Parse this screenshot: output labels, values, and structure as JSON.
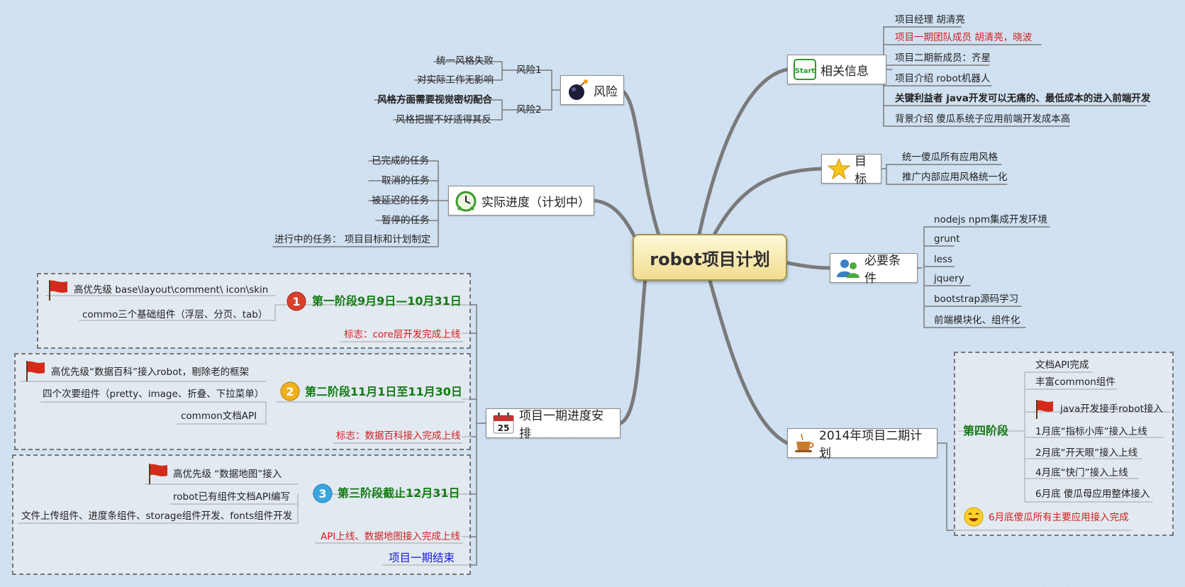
{
  "central": "robot项目计划",
  "related": {
    "title": "相关信息",
    "items": [
      "项目经理 胡清亮",
      "项目一期团队成员 胡清亮，晓波",
      "项目二期新成员：齐星",
      "项目介绍 robot机器人",
      "关键利益者 java开发可以无痛的、最低成本的进入前端开发",
      "背景介绍 傻瓜系统子应用前端开发成本高"
    ]
  },
  "goal": {
    "title": "目标",
    "items": [
      "统一傻瓜所有应用风格",
      "推广内部应用风格统一化"
    ]
  },
  "prereq": {
    "title": "必要条件",
    "items": [
      "nodejs npm集成开发环境",
      "grunt",
      "less",
      "jquery",
      "bootstrap源码学习",
      "前端模块化、组件化"
    ]
  },
  "plan2014": {
    "title": "2014年项目二期计划",
    "stage": "第四阶段",
    "items": [
      "文档API完成",
      "丰富common组件",
      "java开发接手robot接入",
      "1月底“指标小库”接入上线",
      "2月底“开天眼”接入上线",
      "4月底“快门”接入上线",
      "6月底 傻瓜母应用整体接入"
    ],
    "final": "6月底傻瓜所有主要应用接入完成"
  },
  "risk": {
    "title": "风险",
    "r1": "风险1",
    "r1_items": [
      "统一风格失败",
      "对实际工作无影响"
    ],
    "r2": "风险2",
    "r2_items": [
      "风格方面需要视觉密切配合",
      "风格把握不好适得其反"
    ]
  },
  "progress": {
    "title": "实际进度（计划中）",
    "items": [
      "已完成的任务",
      "取消的任务",
      "被延迟的任务",
      "暂停的任务",
      "进行中的任务：  项目目标和计划制定"
    ]
  },
  "schedule": {
    "title": "项目一期进度安排",
    "stage1": {
      "title": "第一阶段9月9日—10月31日",
      "items": [
        "高优先级 base\\layout\\comment\\ icon\\skin",
        "commo三个基础组件（浮层、分页、tab）"
      ],
      "mark": "标志：core层开发完成上线"
    },
    "stage2": {
      "title": "第二阶段11月1日至11月30日",
      "items": [
        "高优先级“数据百科”接入robot，剔除老的框架",
        "四个次要组件（pretty、image、折叠、下拉菜单）",
        "common文档API"
      ],
      "mark": "标志：数据百科接入完成上线"
    },
    "stage3": {
      "title": "第三阶段截止12月31日",
      "items": [
        "高优先级 “数据地图”接入",
        "robot已有组件文档API编写",
        "文件上传组件、进度条组件、storage组件开发、fonts组件开发"
      ],
      "mark": "API上线、数据地图接入完成上线"
    },
    "end": "项目一期结束"
  },
  "colors": {
    "background": "#cfe0f1",
    "branch": "#7a7a7a",
    "stage_green": "#137a13",
    "red_text": "#d21e1e",
    "end_blue": "#1a1ad8"
  }
}
